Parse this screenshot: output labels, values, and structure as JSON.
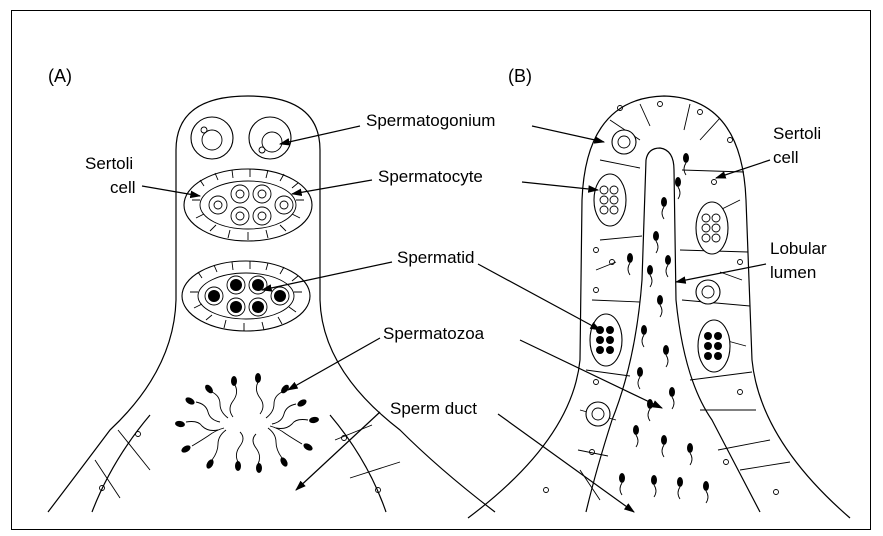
{
  "panels": {
    "a": "(A)",
    "b": "(B)"
  },
  "labels": {
    "spermatogonium": "Spermatogonium",
    "spermatocyte": "Spermatocyte",
    "spermatid": "Spermatid",
    "spermatozoa": "Spermatozoa",
    "sperm_duct": "Sperm duct",
    "sertoli_a_line1": "Sertoli",
    "sertoli_a_line2": "cell",
    "sertoli_b_line1": "Sertoli",
    "sertoli_b_line2": "cell",
    "lumen_line1": "Lobular",
    "lumen_line2": "lumen"
  }
}
